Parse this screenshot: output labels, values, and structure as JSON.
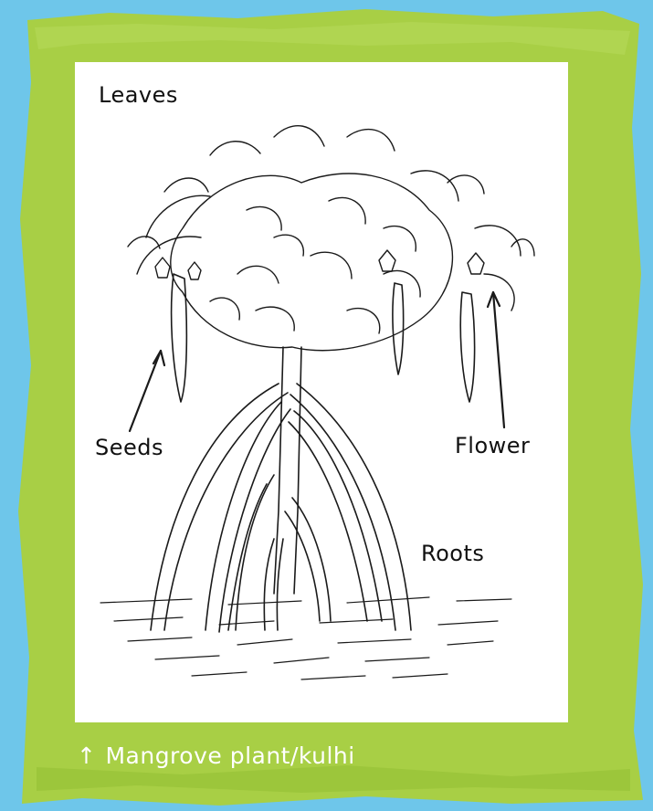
{
  "colors": {
    "sky": "#6ec6ea",
    "frame": "#a8cf45",
    "panel": "#ffffff",
    "ink": "#1a1a1a"
  },
  "labels": {
    "leaves": "Leaves",
    "seeds": "Seeds",
    "flower": "Flower",
    "roots": "Roots"
  },
  "caption": {
    "arrow": "↑",
    "text": "Mangrove plant/kulhi"
  }
}
